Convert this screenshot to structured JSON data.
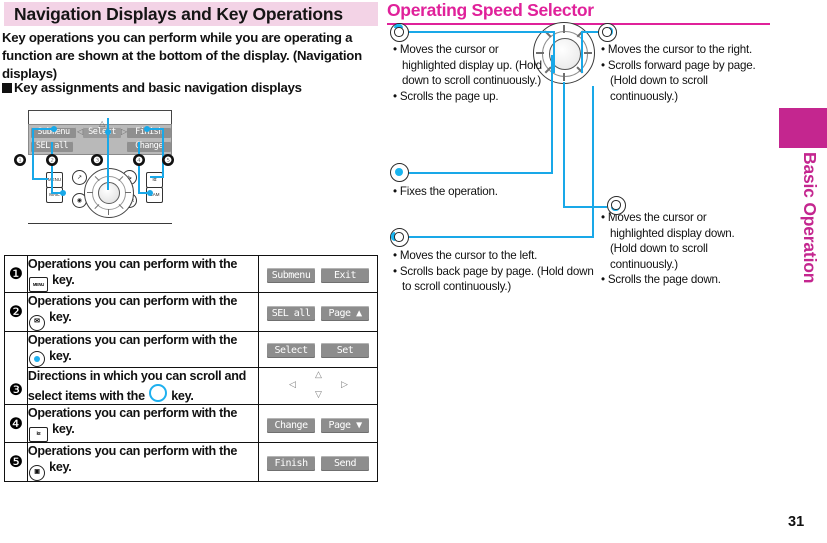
{
  "left": {
    "section_title": "Navigation Displays and Key Operations",
    "lead_text": "Key operations you can perform while you are operating a function are shown at the bottom of the display. (Navigation displays)",
    "subhead_text": "Key assignments and basic navigation displays",
    "phone_display": {
      "softkeys": {
        "submenu": "Submenu",
        "sel_all": "SEL all",
        "select": "Select",
        "finish": "Finish",
        "change": "Change"
      },
      "arrows": {
        "up": "△",
        "left": "◁",
        "right": "▷"
      }
    },
    "phone_keys": {
      "menu": "MENU",
      "mail": "MAIL",
      "itv": "iα",
      "camera": "CAM",
      "call": "↗",
      "end": "↘",
      "power": "◉",
      "clear": "CLR"
    },
    "callout_numbers": [
      "❶",
      "❷",
      "❸",
      "❹",
      "❺"
    ],
    "table": {
      "rows": [
        {
          "num": "❶",
          "text_before": "Operations you can perform with the",
          "key_icon": "MENU",
          "text_after": "key.",
          "buttons": [
            "Submenu",
            "Exit"
          ]
        },
        {
          "num": "❷",
          "text_before": "Operations you can perform with the",
          "key_icon": "✉",
          "text_after": "key.",
          "buttons": [
            "SEL all",
            "Page ▲"
          ]
        },
        {
          "num": "❸",
          "text_before": "Operations you can perform with the",
          "key_icon": "◉",
          "text_after": "key.",
          "buttons": [
            "Select",
            "Set"
          ]
        },
        {
          "num": "",
          "text_before": "Directions in which you can scroll and select items with the",
          "key_icon": "○",
          "text_after": "key.",
          "buttons": [],
          "arrows": {
            "up": "△",
            "down": "▽",
            "left": "◁",
            "right": "▷"
          }
        },
        {
          "num": "❹",
          "text_before": "Operations you can perform with the",
          "key_icon": "iα",
          "text_after": "key.",
          "buttons": [
            "Change",
            "Page ▼"
          ]
        },
        {
          "num": "❺",
          "text_before": "Operations you can perform with the",
          "key_icon": "▣",
          "text_after": "key.",
          "buttons": [
            "Finish",
            "Send"
          ]
        }
      ]
    }
  },
  "right": {
    "title": "Operating Speed Selector",
    "callouts": {
      "up": {
        "direction": "up",
        "lines": [
          "Moves the cursor or highlighted display up. (Hold down to scroll continuously.)",
          "Scrolls the page up."
        ]
      },
      "right": {
        "direction": "right",
        "lines": [
          "Moves the cursor to the right.",
          "Scrolls forward page by page. (Hold down to scroll continuously.)"
        ]
      },
      "center": {
        "direction": "center",
        "lines": [
          "Fixes the operation."
        ]
      },
      "left": {
        "direction": "left",
        "lines": [
          "Moves the cursor to the left.",
          "Scrolls back page by page. (Hold down to scroll continuously.)"
        ]
      },
      "down": {
        "direction": "down",
        "lines": [
          "Moves the cursor or highlighted display down. (Hold down to scroll continuously.)",
          "Scrolls the page down."
        ]
      }
    }
  },
  "sidebar": {
    "chapter_label": "Basic Operation",
    "page_number": "31"
  },
  "colors": {
    "header_bg": "#f3d3e6",
    "accent_magenta": "#e0219a",
    "tab_magenta": "#c4268f",
    "callout_blue": "#19a8e8",
    "softkey_gray": "#8d8d8d"
  }
}
